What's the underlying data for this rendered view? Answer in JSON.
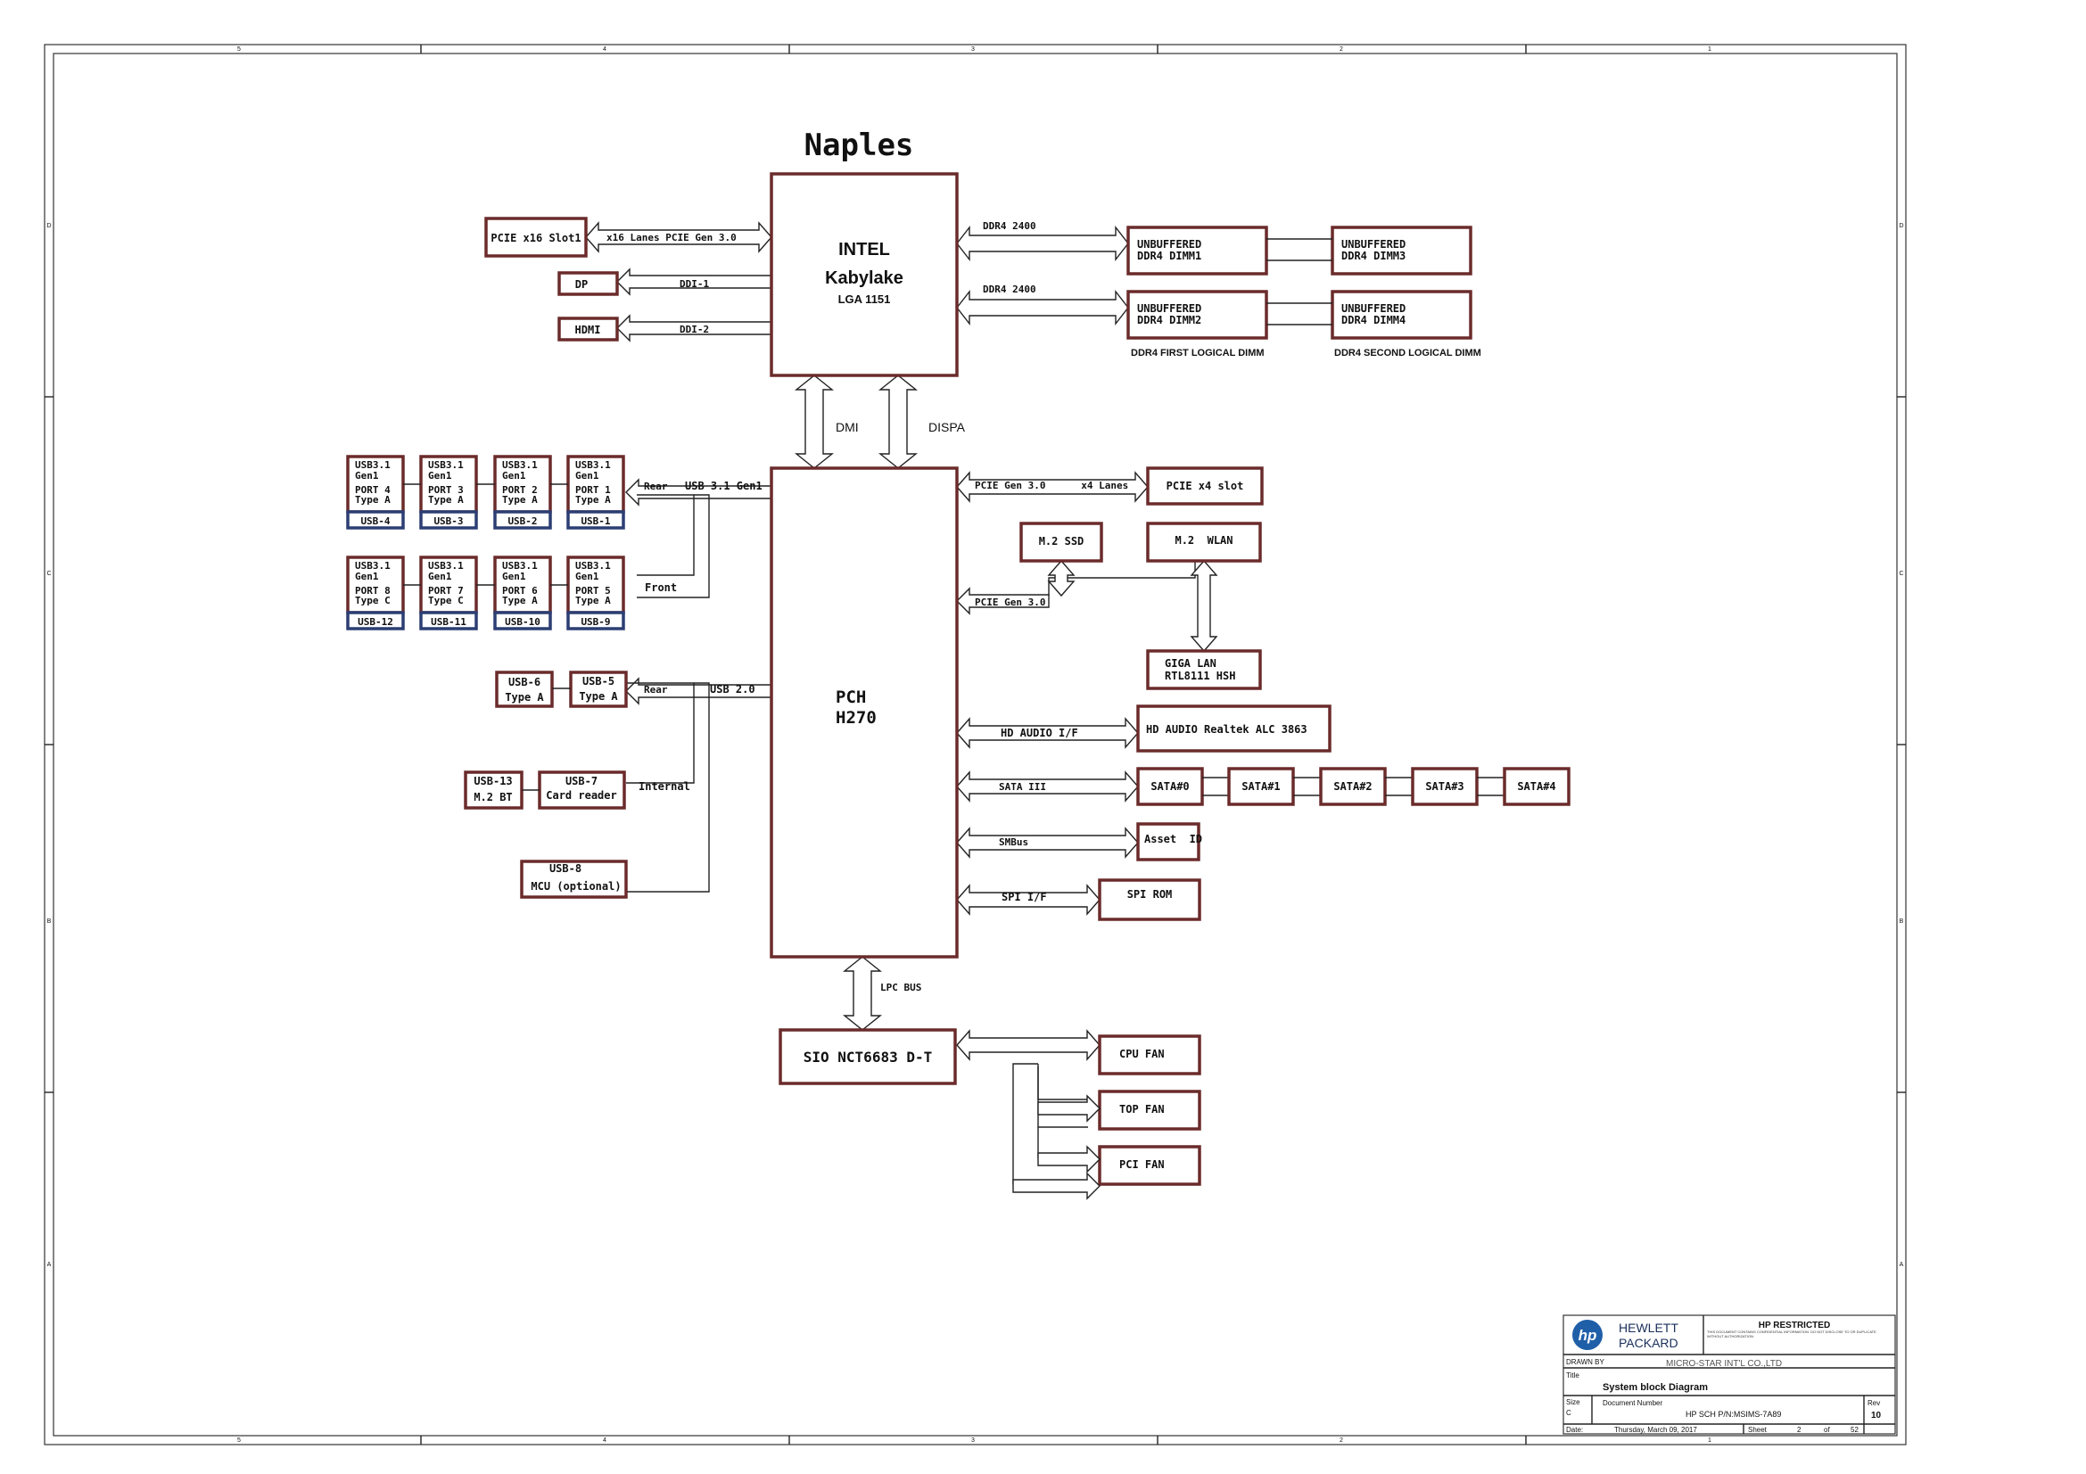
{
  "title": "Naples",
  "cpu": {
    "line1": "INTEL",
    "line2": "Kabylake",
    "line3": "LGA 1151"
  },
  "pch": {
    "line1": "PCH",
    "line2": "H270"
  },
  "sio": "SIO NCT6683 D-T",
  "pcie_slot1": "PCIE x16 Slot1",
  "pcie_x16_link": "x16 Lanes   PCIE Gen 3.0",
  "dp": "DP",
  "ddi1": "DDI-1",
  "hdmi": "HDMI",
  "ddi2": "DDI-2",
  "ddr_link_a": "DDR4  2400",
  "ddr_link_b": "DDR4  2400",
  "dimms": [
    {
      "l1": "UNBUFFERED",
      "l2": "DDR4  DIMM1"
    },
    {
      "l1": "UNBUFFERED",
      "l2": "DDR4  DIMM3"
    },
    {
      "l1": "UNBUFFERED",
      "l2": "DDR4  DIMM2"
    },
    {
      "l1": "UNBUFFERED",
      "l2": "DDR4  DIMM4"
    }
  ],
  "ddr_first": "DDR4 FIRST LOGICAL DIMM",
  "ddr_second": "DDR4 SECOND LOGICAL DIMM",
  "dmi": "DMI",
  "dispa": "DISPA",
  "usb31_rows": [
    [
      {
        "l1": "USB3.1",
        "l2": "Gen1",
        "l3": "PORT 4",
        "l4": "Type A",
        "cap": "USB-4"
      },
      {
        "l1": "USB3.1",
        "l2": "Gen1",
        "l3": "PORT 3",
        "l4": "Type A",
        "cap": "USB-3"
      },
      {
        "l1": "USB3.1",
        "l2": "Gen1",
        "l3": "PORT 2",
        "l4": "Type A",
        "cap": "USB-2"
      },
      {
        "l1": "USB3.1",
        "l2": "Gen1",
        "l3": "PORT 1",
        "l4": "Type A",
        "cap": "USB-1"
      }
    ],
    [
      {
        "l1": "USB3.1",
        "l2": "Gen1",
        "l3": "PORT 8",
        "l4": "Type C",
        "cap": "USB-12"
      },
      {
        "l1": "USB3.1",
        "l2": "Gen1",
        "l3": "PORT 7",
        "l4": "Type C",
        "cap": "USB-11"
      },
      {
        "l1": "USB3.1",
        "l2": "Gen1",
        "l3": "PORT 6",
        "l4": "Type A",
        "cap": "USB-10"
      },
      {
        "l1": "USB3.1",
        "l2": "Gen1",
        "l3": "PORT 5",
        "l4": "Type A",
        "cap": "USB-9"
      }
    ]
  ],
  "rear1": "Rear",
  "usb31_link": "USB 3.1 Gen1",
  "front": "Front",
  "usb6": {
    "l1": "USB-6",
    "l2": "Type A"
  },
  "usb5": {
    "l1": "USB-5",
    "l2": "Type A"
  },
  "rear2": "Rear",
  "usb20_link": "USB 2.0",
  "usb13": {
    "l1": "USB-13",
    "l2": "M.2 BT"
  },
  "usb7": {
    "l1": "USB-7",
    "l2": "Card reader"
  },
  "internal": "Internal",
  "usb8": {
    "l1": "USB-8",
    "l2": "MCU   (optional)"
  },
  "pcie_x4_link": "PCIE Gen 3.0      x4 Lanes",
  "pcie_x4_slot": "PCIE x4 slot",
  "m2_ssd": "M.2 SSD",
  "m2_wlan": "M.2  WLAN",
  "pcie_gen3_link": "PCIE Gen 3.0",
  "giga_lan": {
    "l1": "GIGA LAN",
    "l2": "RTL8111 HSH"
  },
  "hd_audio_link": "HD AUDIO I/F",
  "hd_audio": "HD AUDIO Realtek ALC 3863",
  "sata_link": "SATA III",
  "sata": [
    "SATA#0",
    "SATA#1",
    "SATA#2",
    "SATA#3",
    "SATA#4"
  ],
  "smbus_link": "SMBus",
  "asset_id": "Asset  ID",
  "spi_link": "SPI I/F",
  "spi_rom": "SPI ROM",
  "lpc_link": "LPC BUS",
  "fans": [
    "CPU FAN",
    "TOP FAN",
    "PCI FAN"
  ],
  "frame_cols": [
    "5",
    "4",
    "3",
    "2",
    "1"
  ],
  "frame_rows": [
    "D",
    "C",
    "B",
    "A"
  ],
  "title_block": {
    "logo": "hp",
    "company_l1": "HEWLETT",
    "company_l2": "PACKARD",
    "restricted": "HP RESTRICTED",
    "notice": "THIS DOCUMENT CONTAINS CONFIDENTIAL INFORMATION. DO NOT DISCLOSE TO OR DUPLICATE WITHOUT AUTHORIZATION.",
    "drawn_by_label": "DRAWN BY",
    "drawn_by": "MICRO-STAR INT'L CO.,LTD",
    "title_label": "Title",
    "title": "System block Diagram",
    "size_label": "Size",
    "size": "C",
    "docnum_label": "Document  Number",
    "docnum": "HP SCH P/N:MSIMS-7A89",
    "rev_label": "Rev",
    "rev": "10",
    "date_label": "Date:",
    "date": "Thursday, March 09, 2017",
    "sheet_label": "Sheet",
    "sheet": "2",
    "of_label": "of",
    "sheet_total": "52"
  }
}
